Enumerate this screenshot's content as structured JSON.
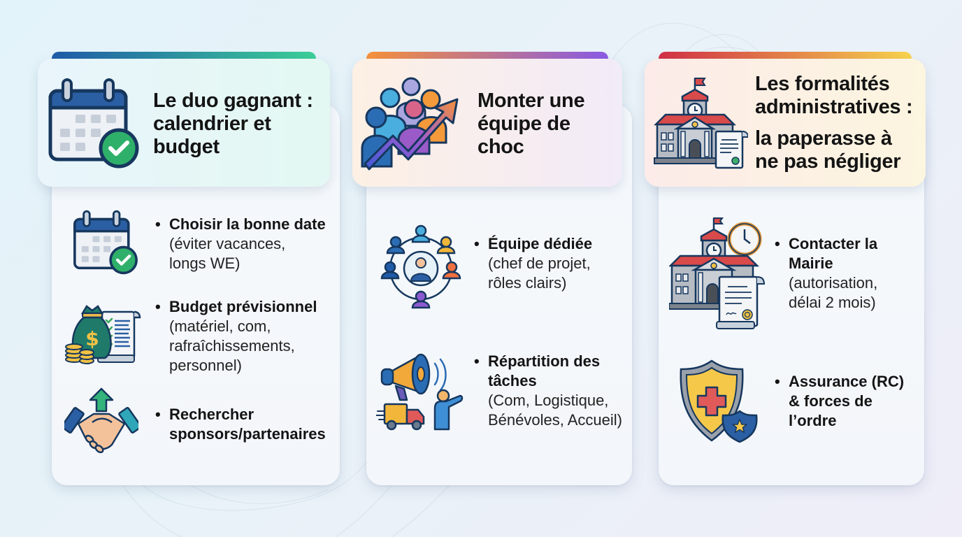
{
  "columns": [
    {
      "id": "calendar-budget",
      "accent_gradient": [
        "#1f5ba8",
        "#3ccf97"
      ],
      "header_bg": [
        "#e9f5fb",
        "#e3f8f2"
      ],
      "title_lines": [
        "Le duo gagnant :",
        "calendrier et",
        "budget"
      ],
      "header_icon": "calendar-check-icon",
      "items": [
        {
          "icon": "calendar-check-icon",
          "title": "Choisir la bonne date",
          "detail_lines": [
            "(éviter vacances,",
            "longs WE)"
          ]
        },
        {
          "icon": "money-bag-checklist-icon",
          "title": "Budget prévisionnel",
          "detail_lines": [
            "(matériel, com,",
            "rafraîchissements,",
            "personnel)"
          ]
        },
        {
          "icon": "handshake-growth-icon",
          "title_lines": [
            "Rechercher",
            "sponsors/partenaires"
          ],
          "detail_lines": []
        }
      ]
    },
    {
      "id": "team",
      "accent_gradient": [
        "#f7913a",
        "#8a5be5"
      ],
      "header_bg": [
        "#fdf0e4",
        "#f2ebf8"
      ],
      "title_lines": [
        "Monter une",
        "équipe de",
        "choc"
      ],
      "header_icon": "team-growth-arrow-icon",
      "items": [
        {
          "icon": "team-network-icon",
          "title": "Équipe dédiée",
          "detail_lines": [
            "(chef de projet,",
            "rôles clairs)"
          ]
        },
        {
          "icon": "megaphone-truck-person-icon",
          "title_lines": [
            "Répartition des",
            "tâches"
          ],
          "detail_lines": [
            "(Com, Logistique,",
            "Bénévoles, Accueil)"
          ]
        }
      ]
    },
    {
      "id": "admin",
      "accent_gradient": [
        "#d22f45",
        "#f8d44c"
      ],
      "header_bg": [
        "#fcebe8",
        "#fcf5df"
      ],
      "title_lines": [
        "Les formalités",
        "administratives :"
      ],
      "title_lines_2": [
        "la paperasse à",
        "ne pas négliger"
      ],
      "header_icon": "town-hall-document-icon",
      "items": [
        {
          "icon": "town-hall-clock-document-icon",
          "title_lines": [
            "Contacter la",
            "Mairie"
          ],
          "detail_lines": [
            "(autorisation,",
            "délai 2 mois)"
          ]
        },
        {
          "icon": "shield-insurance-police-icon",
          "title_lines": [
            "Assurance (RC)",
            "& forces de",
            "l’ordre"
          ],
          "detail_lines": []
        }
      ]
    }
  ],
  "bullet": "•"
}
